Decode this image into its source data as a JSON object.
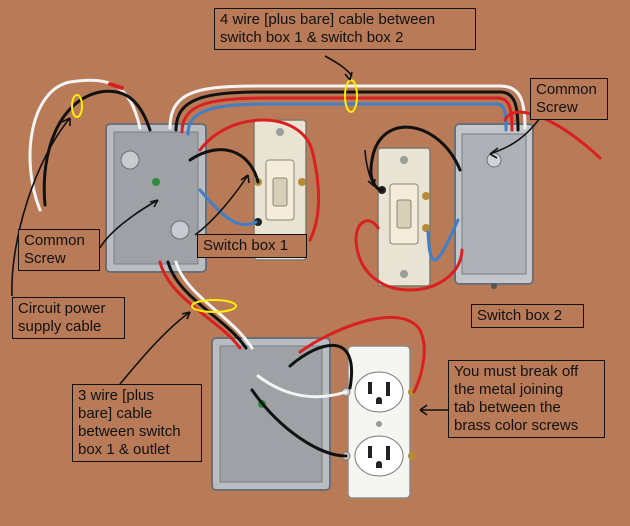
{
  "labels": {
    "cable_4wire": "4 wire [plus bare] cable between\nswitch box 1 & switch box 2",
    "common_screw_right": "Common\nScrew",
    "common_screw_left": "Common\nScrew",
    "switch_box_1": "Switch box 1",
    "switch_box_2": "Switch  box 2",
    "circuit_power": "Circuit power\nsupply cable",
    "cable_3wire": "3 wire [plus\nbare] cable\nbetween switch\nbox 1 & outlet",
    "break_tab": "You must break off\nthe metal joining\ntab between the\nbrass color screws"
  },
  "colors": {
    "background": "#b97a57",
    "hot": "#d92020",
    "neutral": "#f4f4f4",
    "traveler": "#3f7fc8",
    "black": "#111111",
    "highlight": "#ffee00",
    "metal_box": "#b9bcc0"
  }
}
